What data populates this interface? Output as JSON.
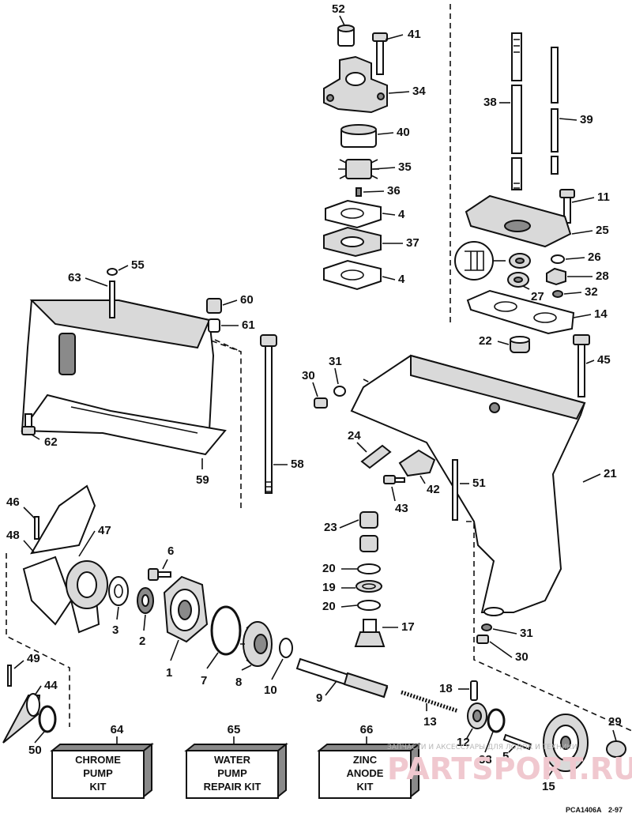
{
  "diagram": {
    "code": "PCA1406A",
    "date": "2-97"
  },
  "parts": [
    {
      "id": "p52",
      "label": "52",
      "icon": "sleeve-icon"
    },
    {
      "id": "p41",
      "label": "41",
      "icon": "bolt-icon"
    },
    {
      "id": "p34",
      "label": "34",
      "icon": "pump-housing-icon"
    },
    {
      "id": "p40",
      "label": "40",
      "icon": "impeller-cup-icon"
    },
    {
      "id": "p35",
      "label": "35",
      "icon": "impeller-icon"
    },
    {
      "id": "p36",
      "label": "36",
      "icon": "key-icon"
    },
    {
      "id": "p4a",
      "label": "4",
      "icon": "gasket-icon"
    },
    {
      "id": "p37",
      "label": "37",
      "icon": "plate-icon"
    },
    {
      "id": "p4b",
      "label": "4",
      "icon": "gasket-icon"
    },
    {
      "id": "p38",
      "label": "38",
      "icon": "driveshaft-icon"
    },
    {
      "id": "p39",
      "label": "39",
      "icon": "shift-rod-icon"
    },
    {
      "id": "p11",
      "label": "11",
      "icon": "bolt-icon"
    },
    {
      "id": "p25",
      "label": "25",
      "icon": "housing-plate-icon"
    },
    {
      "id": "p26",
      "label": "26",
      "icon": "washer-icon"
    },
    {
      "id": "p28",
      "label": "28",
      "icon": "nut-icon"
    },
    {
      "id": "p27",
      "label": "27",
      "icon": "seal-icon"
    },
    {
      "id": "p32",
      "label": "32",
      "icon": "nut-icon"
    },
    {
      "id": "p14",
      "label": "14",
      "icon": "gasket-icon"
    },
    {
      "id": "p55",
      "label": "55",
      "icon": "o-ring-icon"
    },
    {
      "id": "p63",
      "label": "63",
      "icon": "tube-icon"
    },
    {
      "id": "p60",
      "label": "60",
      "icon": "bushing-icon"
    },
    {
      "id": "p61",
      "label": "61",
      "icon": "bushing-icon"
    },
    {
      "id": "p22",
      "label": "22",
      "icon": "bushing-icon"
    },
    {
      "id": "p45",
      "label": "45",
      "icon": "bolt-icon"
    },
    {
      "id": "p31a",
      "label": "31",
      "icon": "washer-icon"
    },
    {
      "id": "p30a",
      "label": "30",
      "icon": "screw-icon"
    },
    {
      "id": "p62",
      "label": "62",
      "icon": "screw-icon"
    },
    {
      "id": "p59",
      "label": "59",
      "icon": "housing-icon"
    },
    {
      "id": "p58",
      "label": "58",
      "icon": "stud-icon"
    },
    {
      "id": "p24",
      "label": "24",
      "icon": "pin-icon"
    },
    {
      "id": "p42",
      "label": "42",
      "icon": "bracket-icon"
    },
    {
      "id": "p43",
      "label": "43",
      "icon": "screw-icon"
    },
    {
      "id": "p51",
      "label": "51",
      "icon": "stud-icon"
    },
    {
      "id": "p21",
      "label": "21",
      "icon": "gearcase-icon"
    },
    {
      "id": "p46",
      "label": "46",
      "icon": "pin-icon"
    },
    {
      "id": "p47",
      "label": "47",
      "icon": "propeller-icon"
    },
    {
      "id": "p48",
      "label": "48",
      "icon": "propeller-hub-icon"
    },
    {
      "id": "p6",
      "label": "6",
      "icon": "screw-icon"
    },
    {
      "id": "p23",
      "label": "23",
      "icon": "bearing-icon"
    },
    {
      "id": "p20a",
      "label": "20",
      "icon": "washer-icon"
    },
    {
      "id": "p19",
      "label": "19",
      "icon": "thrust-bearing-icon"
    },
    {
      "id": "p20b",
      "label": "20",
      "icon": "washer-icon"
    },
    {
      "id": "p17",
      "label": "17",
      "icon": "pinion-icon"
    },
    {
      "id": "p31b",
      "label": "31",
      "icon": "washer-icon"
    },
    {
      "id": "p30b",
      "label": "30",
      "icon": "screw-icon"
    },
    {
      "id": "p3",
      "label": "3",
      "icon": "washer-icon"
    },
    {
      "id": "p2",
      "label": "2",
      "icon": "seal-icon"
    },
    {
      "id": "p1",
      "label": "1",
      "icon": "bearing-housing-icon"
    },
    {
      "id": "p7",
      "label": "7",
      "icon": "o-ring-icon"
    },
    {
      "id": "p8",
      "label": "8",
      "icon": "gear-icon"
    },
    {
      "id": "p10",
      "label": "10",
      "icon": "washer-icon"
    },
    {
      "id": "p9",
      "label": "9",
      "icon": "propeller-shaft-icon"
    },
    {
      "id": "p49",
      "label": "49",
      "icon": "cotter-pin-icon"
    },
    {
      "id": "p44",
      "label": "44",
      "icon": "nose-cone-icon"
    },
    {
      "id": "p50",
      "label": "50",
      "icon": "o-ring-icon"
    },
    {
      "id": "p18",
      "label": "18",
      "icon": "pin-icon"
    },
    {
      "id": "p13",
      "label": "13",
      "icon": "spring-icon"
    },
    {
      "id": "p12",
      "label": "12",
      "icon": "clutch-dog-icon"
    },
    {
      "id": "p33",
      "label": "33",
      "icon": "o-ring-icon"
    },
    {
      "id": "p5",
      "label": "5",
      "icon": "pin-icon"
    },
    {
      "id": "p15",
      "label": "15",
      "icon": "gear-icon"
    },
    {
      "id": "p29",
      "label": "29",
      "icon": "bushing-icon"
    }
  ],
  "kits": [
    {
      "id": "k64",
      "number": "64",
      "lines": [
        "CHROME",
        "PUMP",
        "KIT"
      ]
    },
    {
      "id": "k65",
      "number": "65",
      "lines": [
        "WATER",
        "PUMP",
        "REPAIR KIT"
      ]
    },
    {
      "id": "k66",
      "number": "66",
      "lines": [
        "ZINC",
        "ANODE",
        "KIT"
      ]
    }
  ],
  "watermark": {
    "caption": "ЗАПЧАСТИ И АКСЕССУАРЫ ДЛЯ ЛОДОК И ТЕХНИКИ",
    "brand": "PARTSPORT.RU"
  }
}
